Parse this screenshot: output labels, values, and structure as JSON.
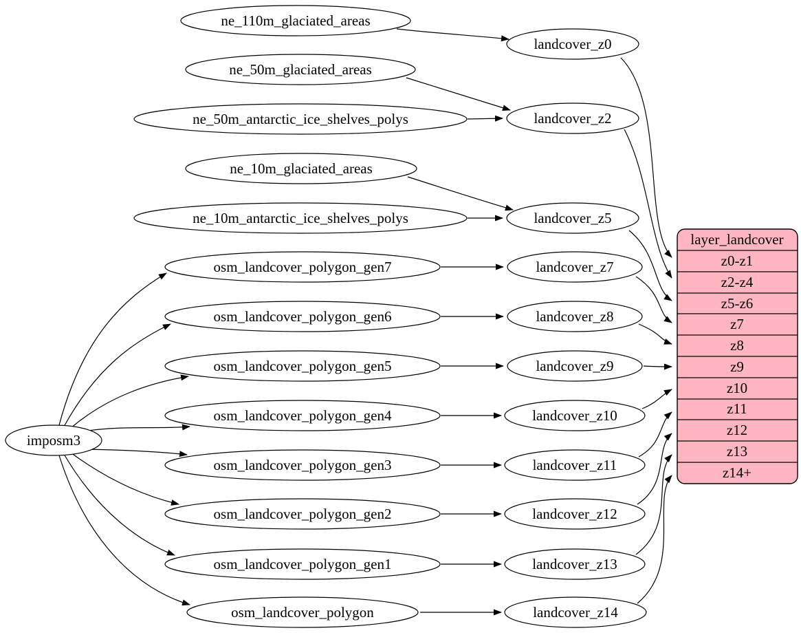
{
  "colors": {
    "table_fill": "#ffb6c1",
    "node_fill": "#ffffff",
    "stroke": "#000000",
    "background": "#ffffff"
  },
  "nodes": {
    "importer": {
      "label": "imposm3"
    },
    "sources": [
      {
        "label": "ne_110m_glaciated_areas"
      },
      {
        "label": "ne_50m_glaciated_areas"
      },
      {
        "label": "ne_50m_antarctic_ice_shelves_polys"
      },
      {
        "label": "ne_10m_glaciated_areas"
      },
      {
        "label": "ne_10m_antarctic_ice_shelves_polys"
      },
      {
        "label": "osm_landcover_polygon_gen7"
      },
      {
        "label": "osm_landcover_polygon_gen6"
      },
      {
        "label": "osm_landcover_polygon_gen5"
      },
      {
        "label": "osm_landcover_polygon_gen4"
      },
      {
        "label": "osm_landcover_polygon_gen3"
      },
      {
        "label": "osm_landcover_polygon_gen2"
      },
      {
        "label": "osm_landcover_polygon_gen1"
      },
      {
        "label": "osm_landcover_polygon"
      }
    ],
    "materialized": [
      {
        "label": "landcover_z0"
      },
      {
        "label": "landcover_z2"
      },
      {
        "label": "landcover_z5"
      },
      {
        "label": "landcover_z7"
      },
      {
        "label": "landcover_z8"
      },
      {
        "label": "landcover_z9"
      },
      {
        "label": "landcover_z10"
      },
      {
        "label": "landcover_z11"
      },
      {
        "label": "landcover_z12"
      },
      {
        "label": "landcover_z13"
      },
      {
        "label": "landcover_z14"
      }
    ]
  },
  "layer_table": {
    "title": "layer_landcover",
    "rows": [
      "z0-z1",
      "z2-z4",
      "z5-z6",
      "z7",
      "z8",
      "z9",
      "z10",
      "z11",
      "z12",
      "z13",
      "z14+"
    ]
  },
  "edges": [
    {
      "from": "imposm3",
      "to": "osm_landcover_polygon_gen7"
    },
    {
      "from": "imposm3",
      "to": "osm_landcover_polygon_gen6"
    },
    {
      "from": "imposm3",
      "to": "osm_landcover_polygon_gen5"
    },
    {
      "from": "imposm3",
      "to": "osm_landcover_polygon_gen4"
    },
    {
      "from": "imposm3",
      "to": "osm_landcover_polygon_gen3"
    },
    {
      "from": "imposm3",
      "to": "osm_landcover_polygon_gen2"
    },
    {
      "from": "imposm3",
      "to": "osm_landcover_polygon_gen1"
    },
    {
      "from": "imposm3",
      "to": "osm_landcover_polygon"
    },
    {
      "from": "ne_110m_glaciated_areas",
      "to": "landcover_z0"
    },
    {
      "from": "ne_50m_glaciated_areas",
      "to": "landcover_z2"
    },
    {
      "from": "ne_50m_antarctic_ice_shelves_polys",
      "to": "landcover_z2"
    },
    {
      "from": "ne_10m_glaciated_areas",
      "to": "landcover_z5"
    },
    {
      "from": "ne_10m_antarctic_ice_shelves_polys",
      "to": "landcover_z5"
    },
    {
      "from": "osm_landcover_polygon_gen7",
      "to": "landcover_z7"
    },
    {
      "from": "osm_landcover_polygon_gen6",
      "to": "landcover_z8"
    },
    {
      "from": "osm_landcover_polygon_gen5",
      "to": "landcover_z9"
    },
    {
      "from": "osm_landcover_polygon_gen4",
      "to": "landcover_z10"
    },
    {
      "from": "osm_landcover_polygon_gen3",
      "to": "landcover_z11"
    },
    {
      "from": "osm_landcover_polygon_gen2",
      "to": "landcover_z12"
    },
    {
      "from": "osm_landcover_polygon_gen1",
      "to": "landcover_z13"
    },
    {
      "from": "osm_landcover_polygon",
      "to": "landcover_z14"
    },
    {
      "from": "landcover_z0",
      "to": "layer_landcover.z0-z1"
    },
    {
      "from": "landcover_z2",
      "to": "layer_landcover.z2-z4"
    },
    {
      "from": "landcover_z5",
      "to": "layer_landcover.z5-z6"
    },
    {
      "from": "landcover_z7",
      "to": "layer_landcover.z7"
    },
    {
      "from": "landcover_z8",
      "to": "layer_landcover.z8"
    },
    {
      "from": "landcover_z9",
      "to": "layer_landcover.z9"
    },
    {
      "from": "landcover_z10",
      "to": "layer_landcover.z10"
    },
    {
      "from": "landcover_z11",
      "to": "layer_landcover.z11"
    },
    {
      "from": "landcover_z12",
      "to": "layer_landcover.z12"
    },
    {
      "from": "landcover_z13",
      "to": "layer_landcover.z13"
    },
    {
      "from": "landcover_z14",
      "to": "layer_landcover.z14+"
    }
  ]
}
